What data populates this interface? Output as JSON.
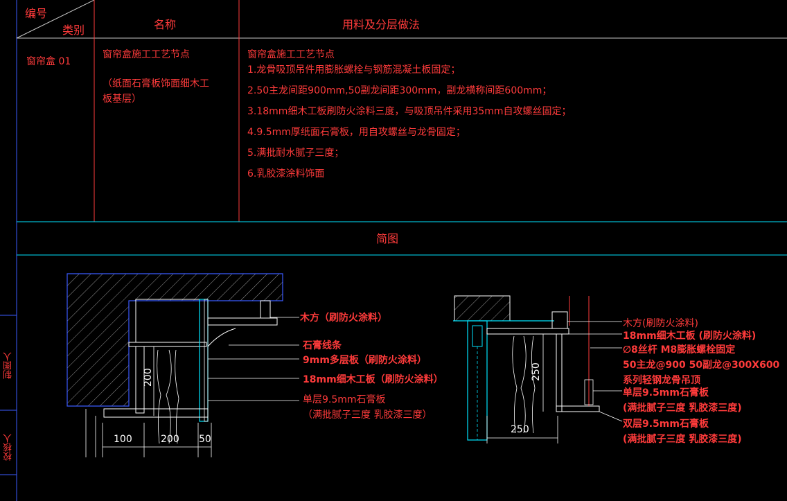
{
  "header": {
    "col1_top": "编号",
    "col1_bottom": "类别",
    "col2": "名称",
    "col3": "用料及分层做法"
  },
  "row": {
    "code": "窗帘盒 01",
    "name_line1": "窗帘盒施工工艺节点",
    "name_line2": "（纸面石膏板饰面细木工",
    "name_line3": "板基层）",
    "steps_title": "窗帘盒施工工艺节点",
    "steps": [
      "1.龙骨吸顶吊件用膨胀螺栓与钢筋混凝土板固定；",
      "2.50主龙间距900mm,50副龙间距300mm，副龙横称间距600mm；",
      "3.18mm细木工板刷防火涂料三度，与吸顶吊件采用35mm自攻螺丝固定；",
      "4.9.5mm厚纸面石膏板，用自攻螺丝与龙骨固定；",
      "5.满批耐水腻子三度；",
      "6.乳胶漆涂料饰面"
    ]
  },
  "section_title": "简图",
  "side_labels": {
    "drawer": "制图人",
    "checker": "校核人"
  },
  "left_drawing": {
    "labels": [
      "木方（刷防火涂料）",
      "石膏线条",
      "9mm多层板（刷防火涂料）",
      "18mm细木工板（刷防火涂料）",
      "单层9.5mm石膏板",
      "（满批腻子三度 乳胶漆三度）"
    ],
    "dims": [
      "100",
      "200",
      "50",
      "200"
    ]
  },
  "right_drawing": {
    "labels": [
      "木方(刷防火涂料)",
      "18mm细木工板 (刷防火涂料)",
      "∅8丝杆 M8膨胀螺栓固定",
      "50主龙@900   50副龙@300X600",
      "系列轻钢龙骨吊顶",
      "单层9.5mm石膏板",
      "(满批腻子三度 乳胶漆三度)",
      "双层9.5mm石膏板",
      "(满批腻子三度 乳胶漆三度)"
    ],
    "dims": [
      "250",
      "250"
    ]
  },
  "colors": {
    "background": "#000000",
    "text_red": "#ff3b3b",
    "grid_line": "#c8c8c8",
    "cyan": "#00e5ff",
    "blue": "#3b5bff",
    "white": "#ffffff"
  }
}
